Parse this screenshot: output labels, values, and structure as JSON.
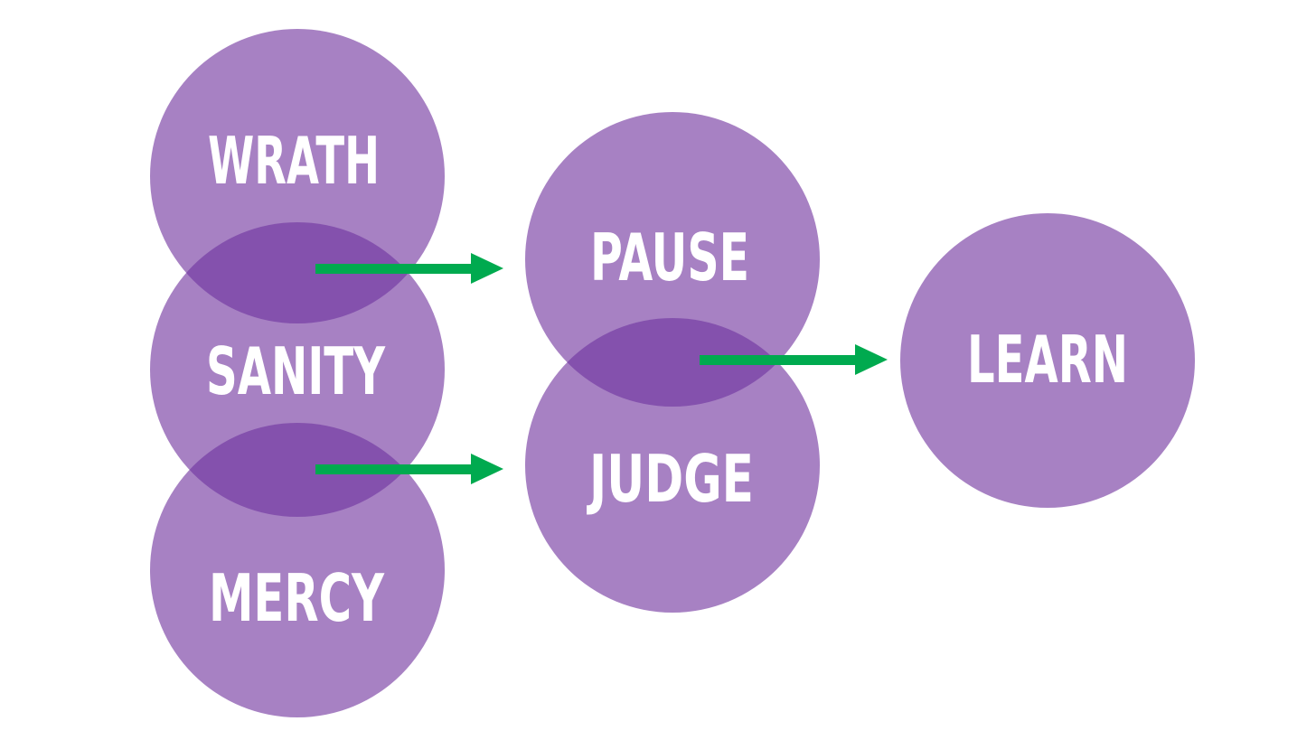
{
  "diagram": {
    "colors": {
      "background": "#ffffff",
      "circle_fill": "#a781c3",
      "overlap_fill": "#8451ad",
      "arrow": "#00aa4f",
      "label": "#ffffff"
    },
    "circles": [
      {
        "id": "wrath",
        "label": "WRATH"
      },
      {
        "id": "sanity",
        "label": "SANITY"
      },
      {
        "id": "mercy",
        "label": "MERCY"
      },
      {
        "id": "pause",
        "label": "PAUSE"
      },
      {
        "id": "judge",
        "label": "JUDGE"
      },
      {
        "id": "learn",
        "label": "LEARN"
      }
    ],
    "overlaps": [
      {
        "between": [
          "wrath",
          "sanity"
        ]
      },
      {
        "between": [
          "sanity",
          "mercy"
        ]
      },
      {
        "between": [
          "pause",
          "judge"
        ]
      }
    ],
    "arrows": [
      {
        "from": "wrath-sanity-overlap",
        "to": "pause"
      },
      {
        "from": "sanity-mercy-overlap",
        "to": "judge"
      },
      {
        "from": "pause-judge-overlap",
        "to": "learn"
      }
    ]
  }
}
